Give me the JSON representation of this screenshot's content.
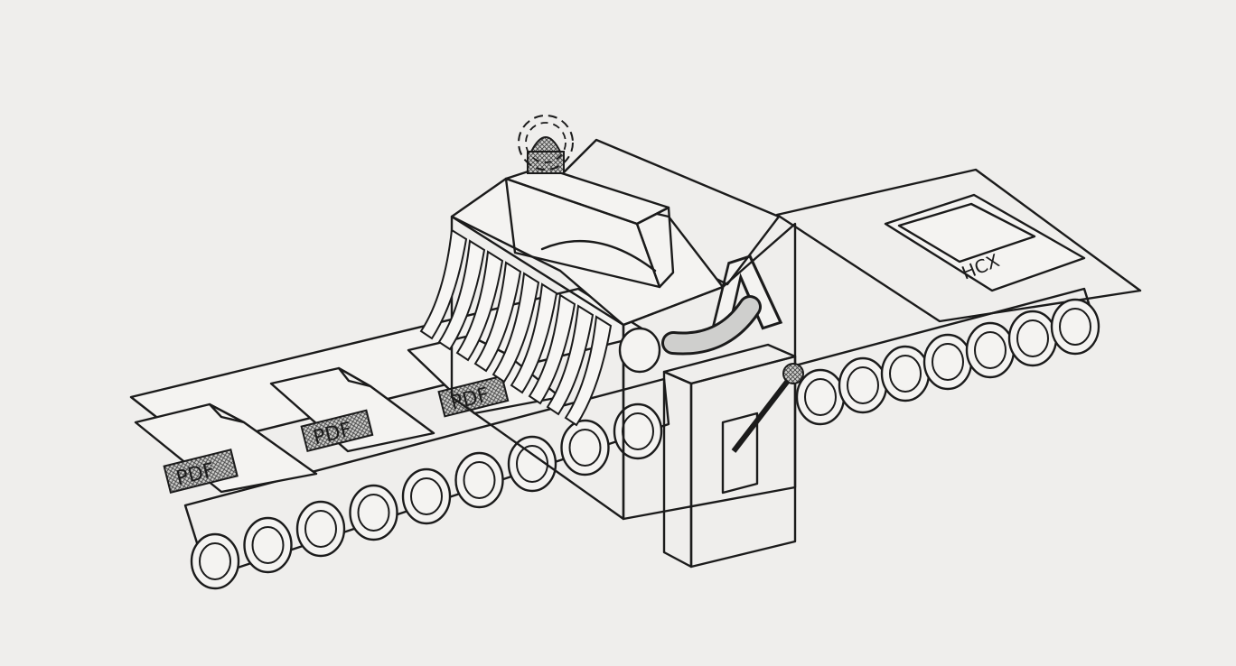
{
  "scene": {
    "background": "#efeeec",
    "ink": "#1b1b1b",
    "paper": "#f4f3f1",
    "hatch": "#8d8d8d"
  },
  "document_labels": [
    {
      "text": "PDF"
    },
    {
      "text": "PDF"
    },
    {
      "text": "PDF"
    }
  ],
  "output_letter": "A",
  "output_card_label": "HCX",
  "conveyor_rollers": 16
}
